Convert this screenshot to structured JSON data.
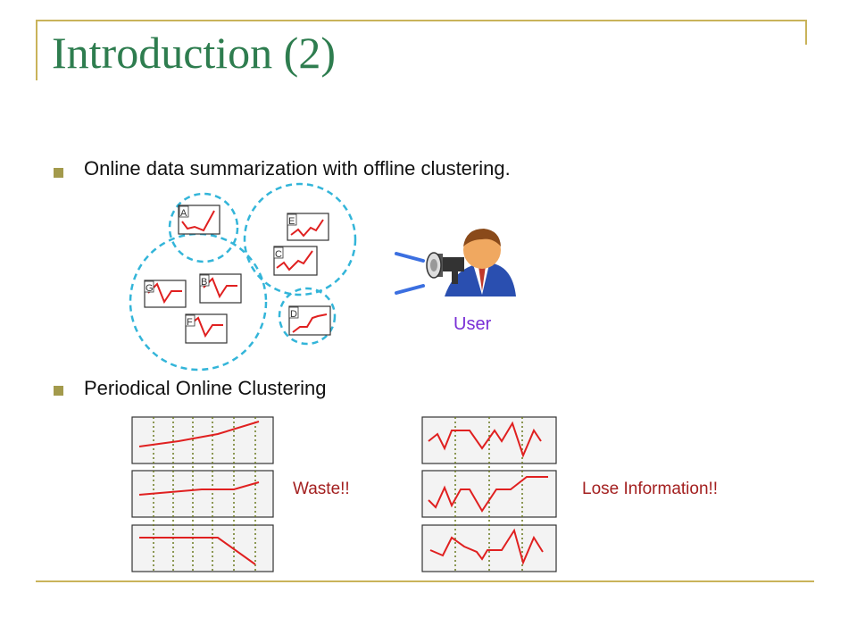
{
  "slide": {
    "title": "Introduction (2)",
    "bullets": [
      "Online data summarization with offline clustering.",
      "Periodical Online Clustering"
    ]
  },
  "diagram": {
    "cluster_boxes": [
      "A",
      "E",
      "C",
      "B",
      "G",
      "F",
      "D"
    ],
    "user_label": "User",
    "waste_label": "Waste!!",
    "lose_label": "Lose Information!!"
  },
  "colors": {
    "title": "#2e7d4f",
    "frame": "#c9b35a",
    "bullet": "#a39a4c",
    "series_line": "#e02020",
    "cluster_circle": "#33b5d9",
    "user_label": "#7a2fd6",
    "callout_labels": "#a31f1f",
    "dotted_grid": "#6b7a1f"
  },
  "icons": [
    "user-megaphone-icon"
  ]
}
